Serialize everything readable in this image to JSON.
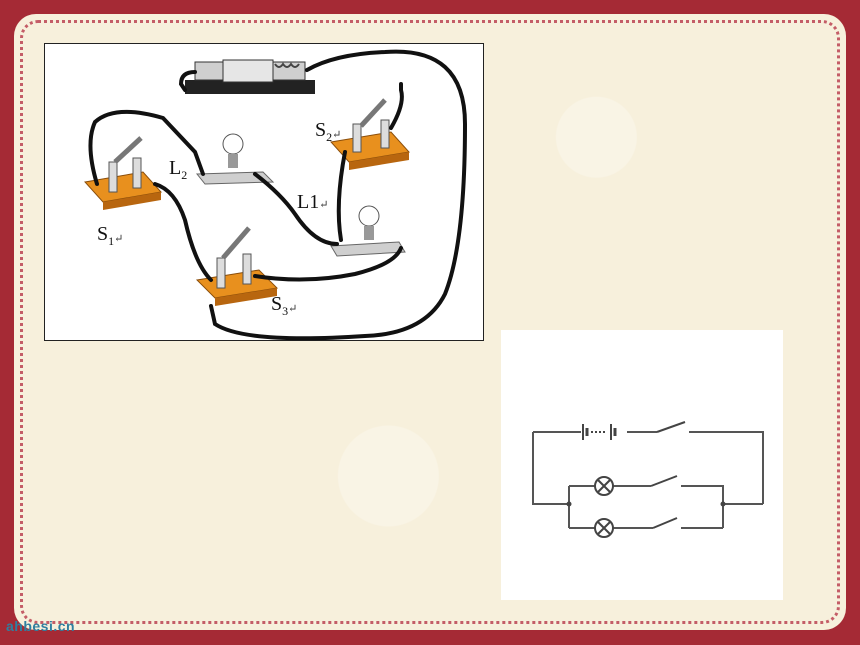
{
  "labels": {
    "s1": "S",
    "s1_sub": "1",
    "s2": "S",
    "s2_sub": "2",
    "s3": "S",
    "s3_sub": "3",
    "l1": "L1",
    "l2": "L",
    "l2_sub": "2",
    "return_mark": "↵"
  },
  "watermark": "ahbesi.cn",
  "colors": {
    "frame": "#a52a35",
    "paper": "#f7f0dc",
    "switch_base": "#e8901e",
    "wire": "#111111"
  }
}
